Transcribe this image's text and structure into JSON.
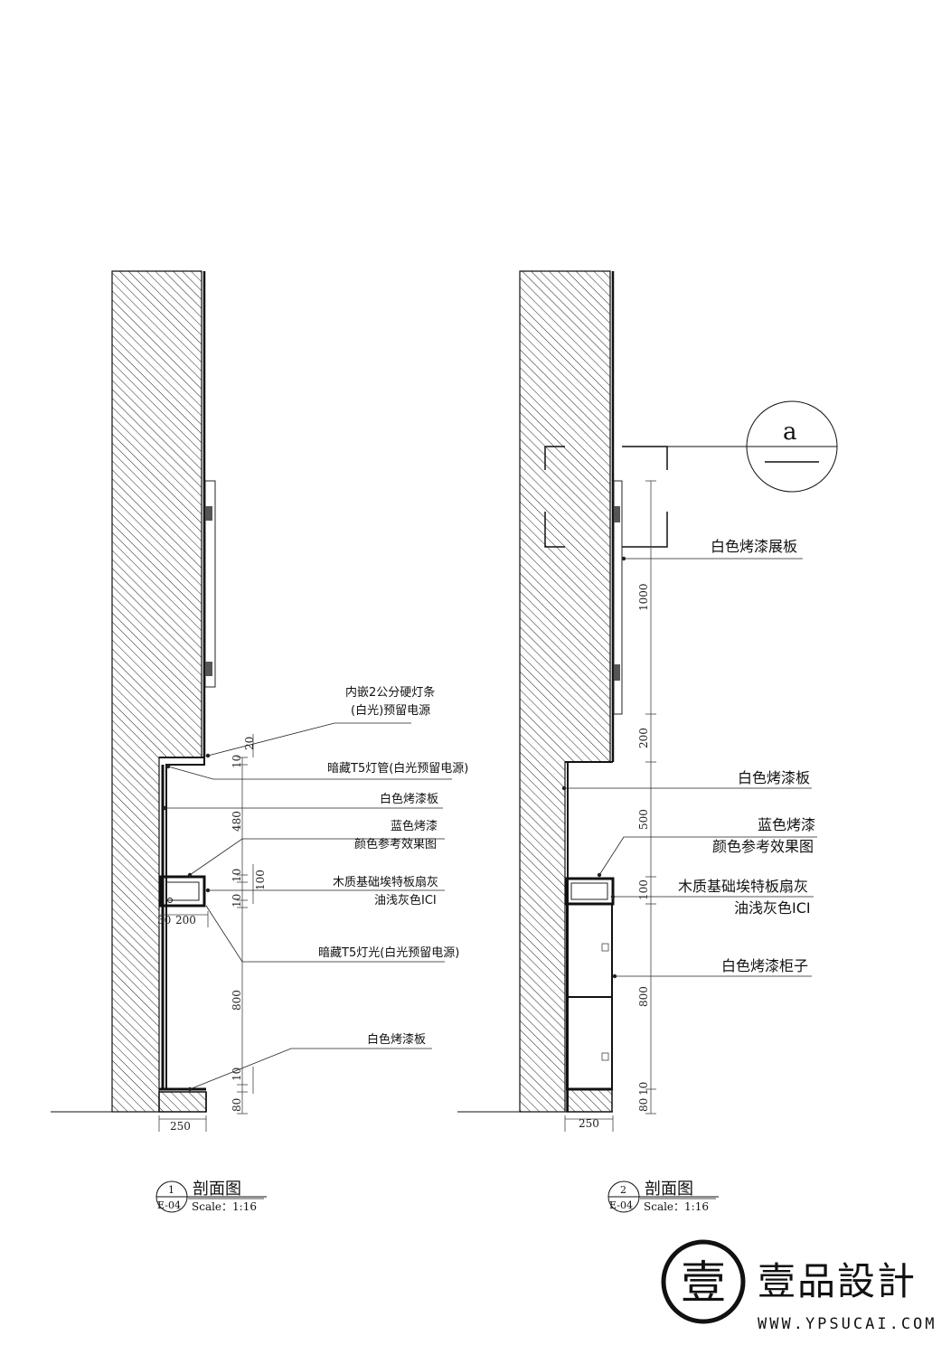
{
  "section1": {
    "title": "剖面图",
    "number": "1",
    "sheet": "E-04",
    "scale": "Scale：1:16",
    "labels": {
      "l1a": "内嵌2公分硬灯条",
      "l1b": "(白光)预留电源",
      "l2": "暗藏T5灯管(白光预留电源)",
      "l3": "白色烤漆板",
      "l4a": "蓝色烤漆",
      "l4b": "颜色参考效果图",
      "l5a": "木质基础埃特板扇灰",
      "l5b": "油浅灰色ICI",
      "l6": "暗藏T5灯光(白光预留电源)",
      "l7": "白色烤漆板"
    },
    "dims": {
      "d20": "20",
      "d10a": "10",
      "d480": "480",
      "d10b": "10",
      "d100": "100",
      "d10c": "10",
      "d800": "800",
      "d10d": "10",
      "d80": "80",
      "d250": "250",
      "d30": "30",
      "d200": "200"
    }
  },
  "section2": {
    "title": "剖面图",
    "number": "2",
    "sheet": "E-04",
    "scale": "Scale：1:16",
    "detail": "a",
    "labels": {
      "l1": "白色烤漆展板",
      "l2": "白色烤漆板",
      "l3a": "蓝色烤漆",
      "l3b": "颜色参考效果图",
      "l4a": "木质基础埃特板扇灰",
      "l4b": "油浅灰色ICI",
      "l5": "白色烤漆柜子"
    },
    "dims": {
      "d1000": "1000",
      "d200": "200",
      "d500": "500",
      "d100": "100",
      "d800": "800",
      "d10": "10",
      "d80": "80",
      "d250": "250"
    }
  },
  "brand": {
    "name": "壹品設計",
    "url": "WWW.YPSUCAI.COM",
    "seal_char": "壹"
  }
}
